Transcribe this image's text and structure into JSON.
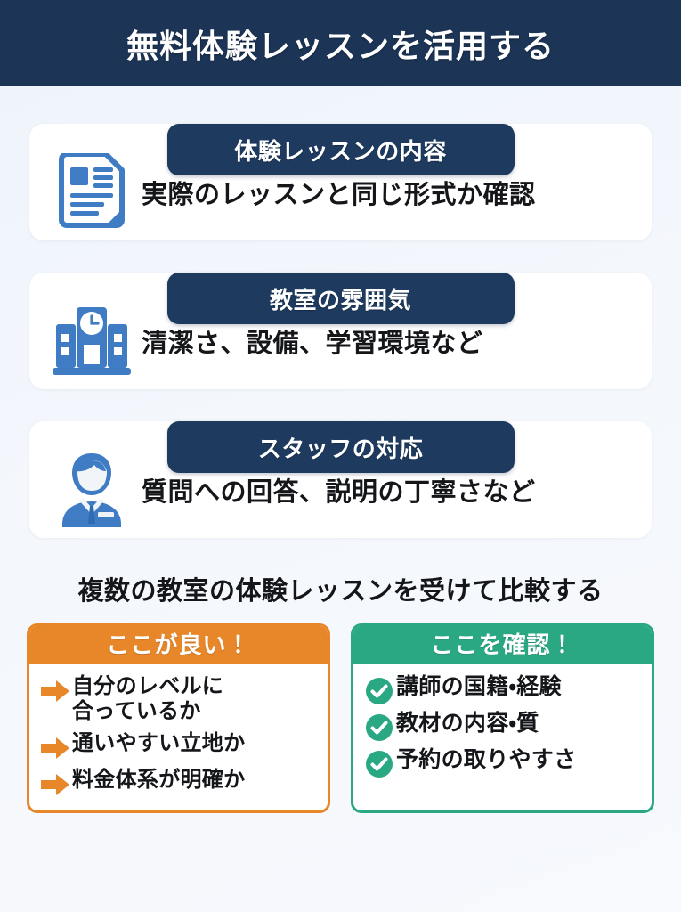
{
  "header": {
    "title": "無料体験レッスンを活用する",
    "background_color": "#1c3557",
    "text_color": "#ffffff"
  },
  "theme": {
    "page_background": "#f1f5fb",
    "badge_navy": "#1e3a5f",
    "icon_blue": "#3f7cc4",
    "accent_orange": "#e8862a",
    "accent_teal": "#2aa884",
    "body_text": "#14161a"
  },
  "cards": [
    {
      "badge": "体験レッスンの内容",
      "icon": "document-icon",
      "text": "実際のレッスンと同じ形式か確認"
    },
    {
      "badge": "教室の雰囲気",
      "icon": "school-building-icon",
      "text": "清潔さ、設備、学習環境など"
    },
    {
      "badge": "スタッフの対応",
      "icon": "staff-person-icon",
      "text": "質問への回答、説明の丁寧さなど"
    }
  ],
  "mid_heading": "複数の教室の体験レッスンを受けて比較する",
  "panels": [
    {
      "key": "good",
      "header": "ここが良い！",
      "color": "#e8862a",
      "bullet_icon": "arrow-right-icon",
      "items": [
        {
          "lines": [
            "自分のレベルに",
            "合っているか"
          ]
        },
        {
          "lines": [
            "通いやすい立地か"
          ]
        },
        {
          "lines": [
            "料金体系が明確か"
          ]
        }
      ]
    },
    {
      "key": "check",
      "header": "ここを確認！",
      "color": "#2aa884",
      "bullet_icon": "check-circle-icon",
      "items": [
        {
          "lines": [
            "講師の国籍・経験"
          ]
        },
        {
          "lines": [
            "教材の内容・質"
          ]
        },
        {
          "lines": [
            "予約の取りやすさ"
          ]
        }
      ]
    }
  ]
}
